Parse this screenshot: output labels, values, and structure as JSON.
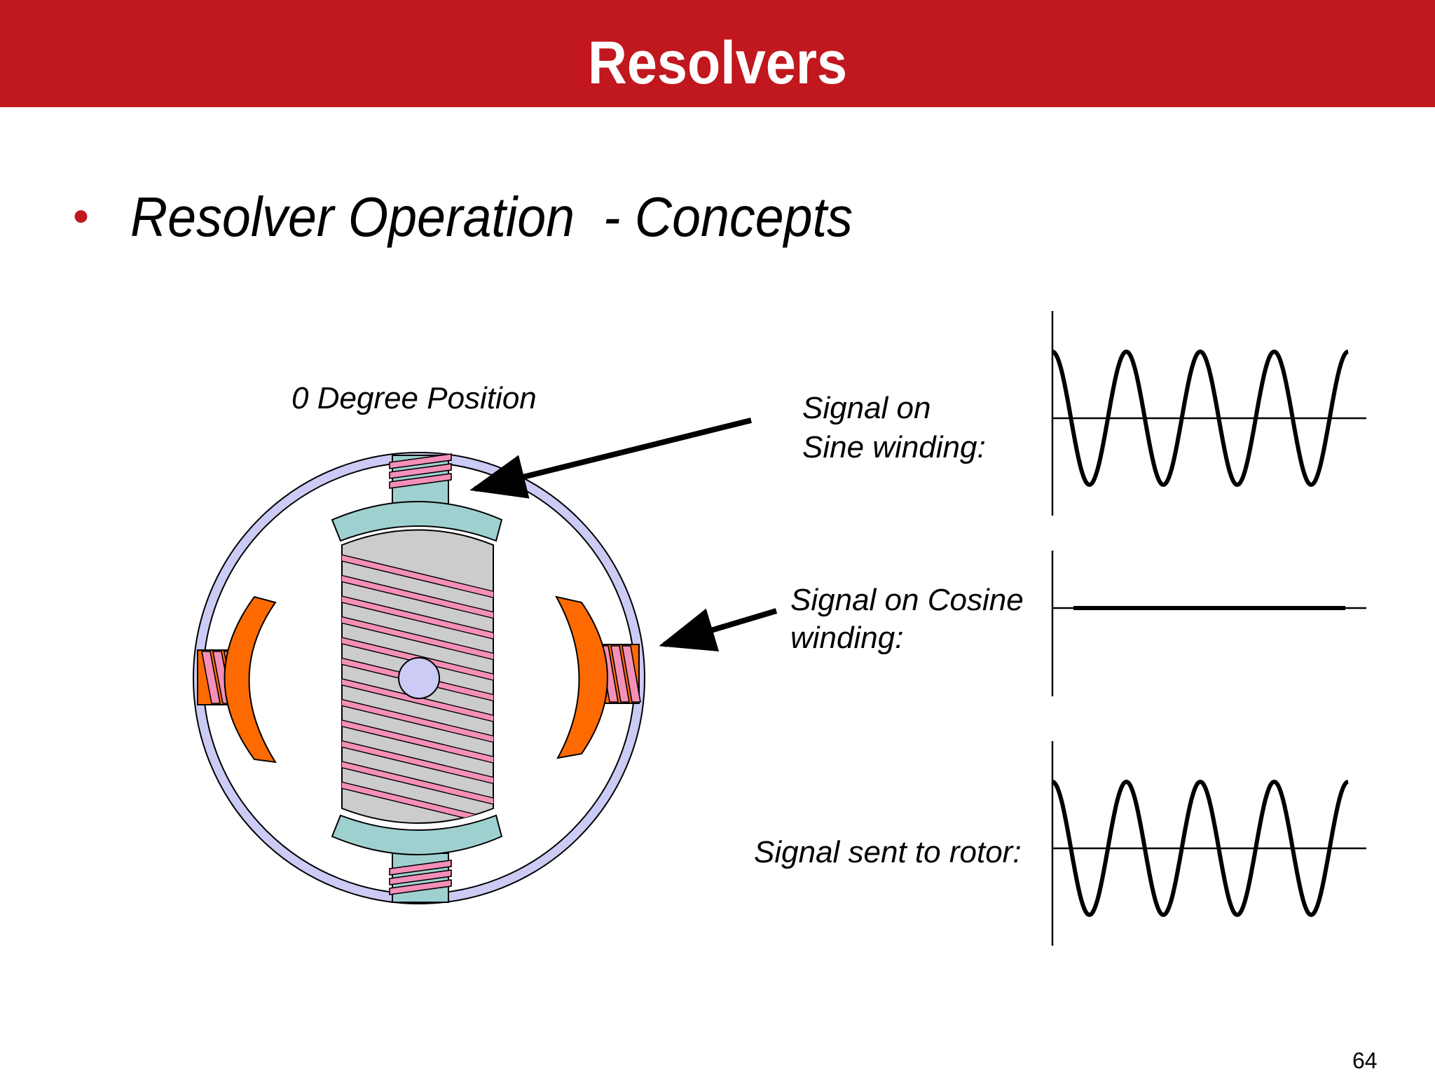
{
  "header": {
    "title": "Resolvers"
  },
  "bullet": {
    "text": "Resolver Operation  - Concepts"
  },
  "diagram": {
    "position_label": "0 Degree Position",
    "sine_label_line1": "Signal on",
    "sine_label_line2": "Sine winding:",
    "cosine_label_line1": "Signal on Cosine",
    "cosine_label_line2": "winding:",
    "rotor_label": "Signal sent to rotor:"
  },
  "colors": {
    "header": "#c1171e",
    "stator_ring": "#cbcbf5",
    "pole_pieces": "#9fd0d0",
    "side_poles": "#ff6a00",
    "windings": "#f490b8",
    "rotor_body": "#cccccc",
    "shaft": "#cbcbf5"
  },
  "signals": {
    "sine_cycles": 4,
    "cosine_cycles": 0,
    "rotor_cycles": 4
  },
  "page_number": "64"
}
